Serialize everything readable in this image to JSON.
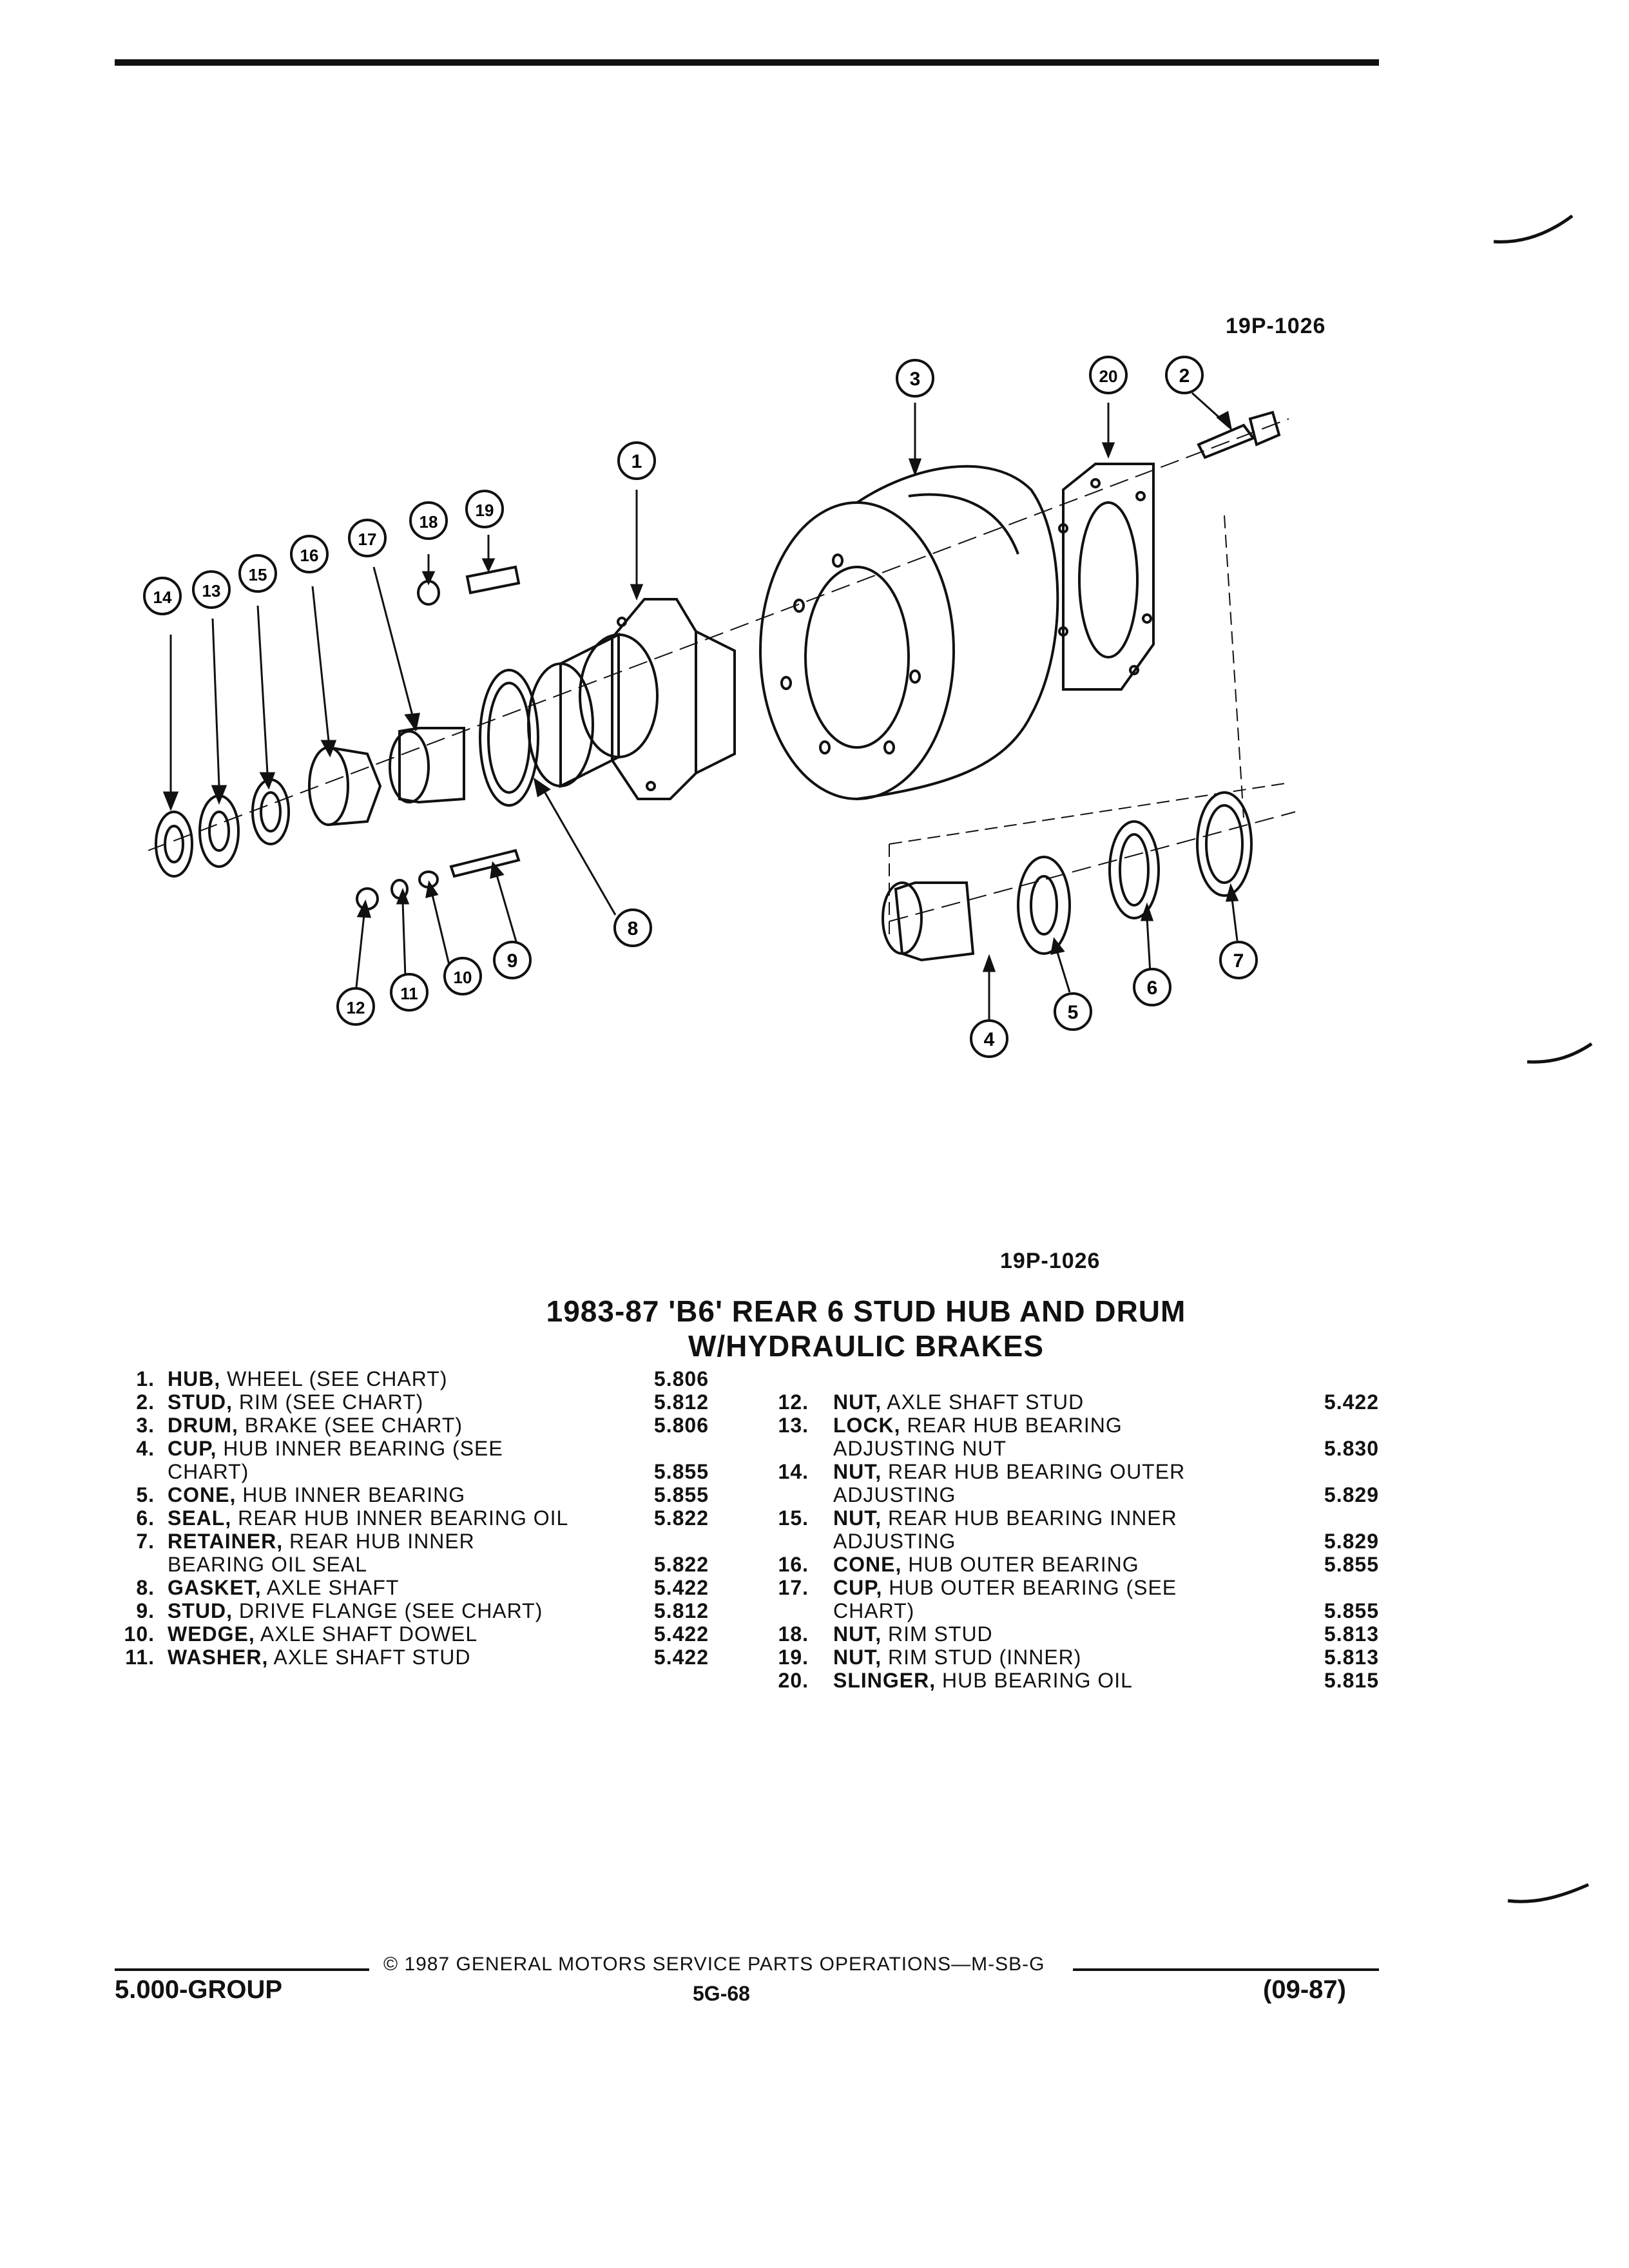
{
  "figure_code": "19P-1026",
  "callouts": [
    "1",
    "2",
    "3",
    "4",
    "5",
    "6",
    "7",
    "8",
    "9",
    "10",
    "11",
    "12",
    "13",
    "14",
    "15",
    "16",
    "17",
    "18",
    "19",
    "20"
  ],
  "title_line1": "1983-87 'B6' REAR 6 STUD HUB AND DRUM",
  "title_line2": "W/HYDRAULIC BRAKES",
  "parts_left": [
    {
      "num": "1.",
      "name": "HUB,",
      "desc": " WHEEL (SEE CHART)",
      "code": "5.806"
    },
    {
      "num": "2.",
      "name": "STUD,",
      "desc": " RIM (SEE CHART)",
      "code": "5.812"
    },
    {
      "num": "3.",
      "name": "DRUM,",
      "desc": " BRAKE (SEE CHART)",
      "code": "5.806"
    },
    {
      "num": "4.",
      "name": "CUP,",
      "desc": " HUB INNER BEARING (SEE",
      "code": ""
    },
    {
      "num": "",
      "name": "",
      "desc": "CHART)",
      "code": "5.855"
    },
    {
      "num": "5.",
      "name": "CONE,",
      "desc": " HUB INNER BEARING",
      "code": "5.855"
    },
    {
      "num": "6.",
      "name": "SEAL,",
      "desc": " REAR HUB INNER BEARING OIL",
      "code": "5.822"
    },
    {
      "num": "7.",
      "name": "RETAINER,",
      "desc": " REAR HUB INNER",
      "code": ""
    },
    {
      "num": "",
      "name": "",
      "desc": "BEARING OIL SEAL",
      "code": "5.822"
    },
    {
      "num": "8.",
      "name": "GASKET,",
      "desc": " AXLE SHAFT",
      "code": "5.422"
    },
    {
      "num": "9.",
      "name": "STUD,",
      "desc": " DRIVE FLANGE (SEE CHART)",
      "code": "5.812"
    },
    {
      "num": "10.",
      "name": "WEDGE,",
      "desc": " AXLE SHAFT DOWEL",
      "code": "5.422"
    },
    {
      "num": "11.",
      "name": "WASHER,",
      "desc": " AXLE SHAFT STUD",
      "code": "5.422"
    }
  ],
  "parts_right": [
    {
      "num": "12.",
      "name": "NUT,",
      "desc": " AXLE SHAFT STUD",
      "code": "5.422"
    },
    {
      "num": "13.",
      "name": "LOCK,",
      "desc": " REAR HUB BEARING",
      "code": ""
    },
    {
      "num": "",
      "name": "",
      "desc": "ADJUSTING NUT",
      "code": "5.830"
    },
    {
      "num": "14.",
      "name": "NUT,",
      "desc": " REAR HUB BEARING OUTER",
      "code": ""
    },
    {
      "num": "",
      "name": "",
      "desc": "ADJUSTING",
      "code": "5.829"
    },
    {
      "num": "15.",
      "name": "NUT,",
      "desc": " REAR HUB BEARING INNER",
      "code": ""
    },
    {
      "num": "",
      "name": "",
      "desc": "ADJUSTING",
      "code": "5.829"
    },
    {
      "num": "16.",
      "name": "CONE,",
      "desc": " HUB OUTER BEARING",
      "code": "5.855"
    },
    {
      "num": "17.",
      "name": "CUP,",
      "desc": " HUB OUTER BEARING (SEE",
      "code": ""
    },
    {
      "num": "",
      "name": "",
      "desc": "CHART)",
      "code": "5.855"
    },
    {
      "num": "18.",
      "name": "NUT,",
      "desc": " RIM STUD",
      "code": "5.813"
    },
    {
      "num": "19.",
      "name": "NUT,",
      "desc": " RIM STUD (INNER)",
      "code": "5.813"
    },
    {
      "num": "20.",
      "name": "SLINGER,",
      "desc": " HUB BEARING OIL",
      "code": "5.815"
    }
  ],
  "footer": {
    "copyright": "© 1987 GENERAL MOTORS SERVICE PARTS OPERATIONS—M-SB-G",
    "group": "5.000-GROUP",
    "page": "5G-68",
    "date": "(09-87)"
  }
}
